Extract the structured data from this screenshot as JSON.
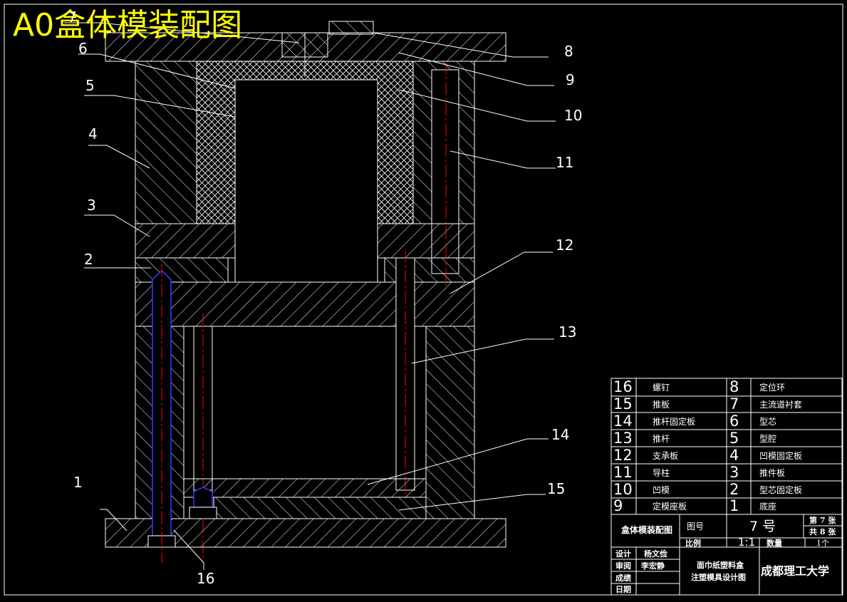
{
  "title": "A0盒体模装配图",
  "drawing": {
    "callouts": [
      "1",
      "2",
      "3",
      "4",
      "5",
      "6",
      "7",
      "8",
      "9",
      "10",
      "11",
      "12",
      "13",
      "14",
      "15",
      "16"
    ]
  },
  "bom": [
    {
      "num": "16",
      "name": "螺钉",
      "num2": "8",
      "name2": "定位环"
    },
    {
      "num": "15",
      "name": "推板",
      "num2": "7",
      "name2": "主流道衬套"
    },
    {
      "num": "14",
      "name": "推杆固定板",
      "num2": "6",
      "name2": "型芯"
    },
    {
      "num": "13",
      "name": "推杆",
      "num2": "5",
      "name2": "型腔"
    },
    {
      "num": "12",
      "name": "支承板",
      "num2": "4",
      "name2": "凹模固定板"
    },
    {
      "num": "11",
      "name": "导柱",
      "num2": "3",
      "name2": "推件板"
    },
    {
      "num": "10",
      "name": "凹模",
      "num2": "2",
      "name2": "型芯固定板"
    },
    {
      "num": "9",
      "name": "定模座板",
      "num2": "1",
      "name2": "底座"
    }
  ],
  "title_block": {
    "drawing_name": "盒体模装配图",
    "drawing_no_label": "图号",
    "drawing_no": "7 号",
    "sheet_no": "第 7 张",
    "sheet_total": "共 8 张",
    "scale_label": "比例",
    "scale": "1:1",
    "qty_label": "数量",
    "qty": "1个",
    "design_label": "设计",
    "designer": "杨文俭",
    "review_label": "审阅",
    "reviewer": "李宏静",
    "score_label": "成绩",
    "date_label": "日期",
    "project_line1": "面巾纸塑料盒",
    "project_line2": "注塑模具设计图",
    "school": "成都理工大学"
  },
  "colors": {
    "background": "#000000",
    "lines": "#ffffff",
    "title": "#ffff00",
    "centerline": "#ff0000",
    "bolt": "#3a3aff"
  }
}
